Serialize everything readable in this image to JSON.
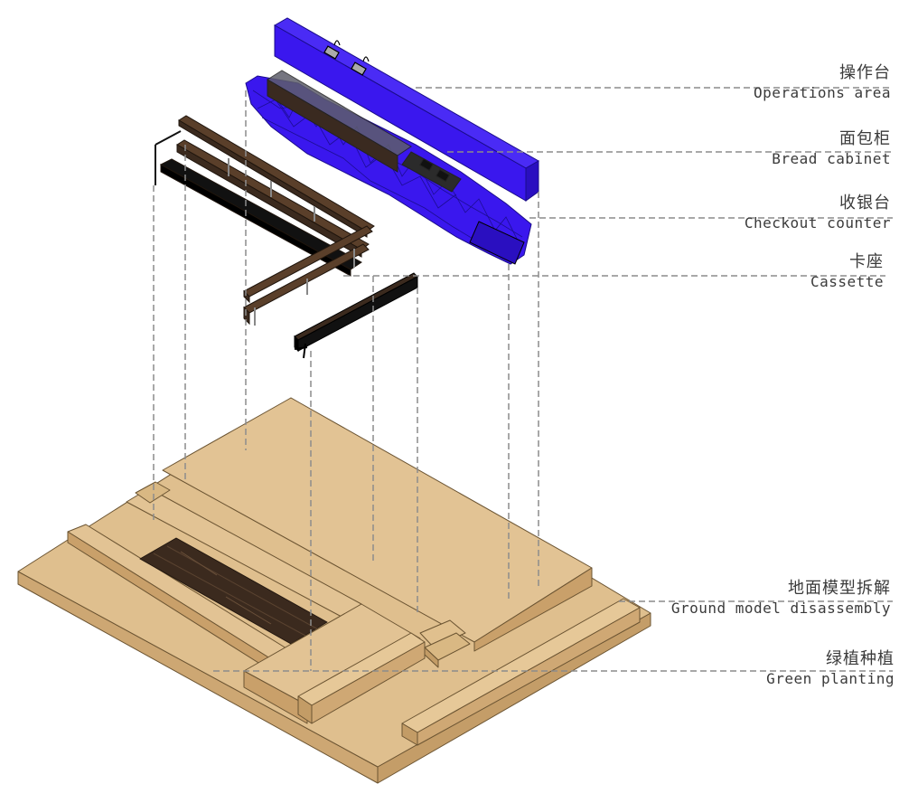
{
  "colors": {
    "ground": "#dfbf8e",
    "ground_side": "#d3b07c",
    "dark_wood": "#3b2a1e",
    "blue": "#3a17ee",
    "blue_dark": "#2a0fc0",
    "leader": "#8c8c8c",
    "text": "#3a3a3a"
  },
  "labels": [
    {
      "zh": "操作台",
      "en": "Operations area"
    },
    {
      "zh": "面包柜",
      "en": "Bread cabinet"
    },
    {
      "zh": "收银台",
      "en": "Checkout counter"
    },
    {
      "zh": "卡座",
      "en": "Cassette"
    },
    {
      "zh": "地面模型拆解",
      "en": "Ground model disassembly"
    },
    {
      "zh": "绿植种植",
      "en": "Green planting"
    }
  ]
}
